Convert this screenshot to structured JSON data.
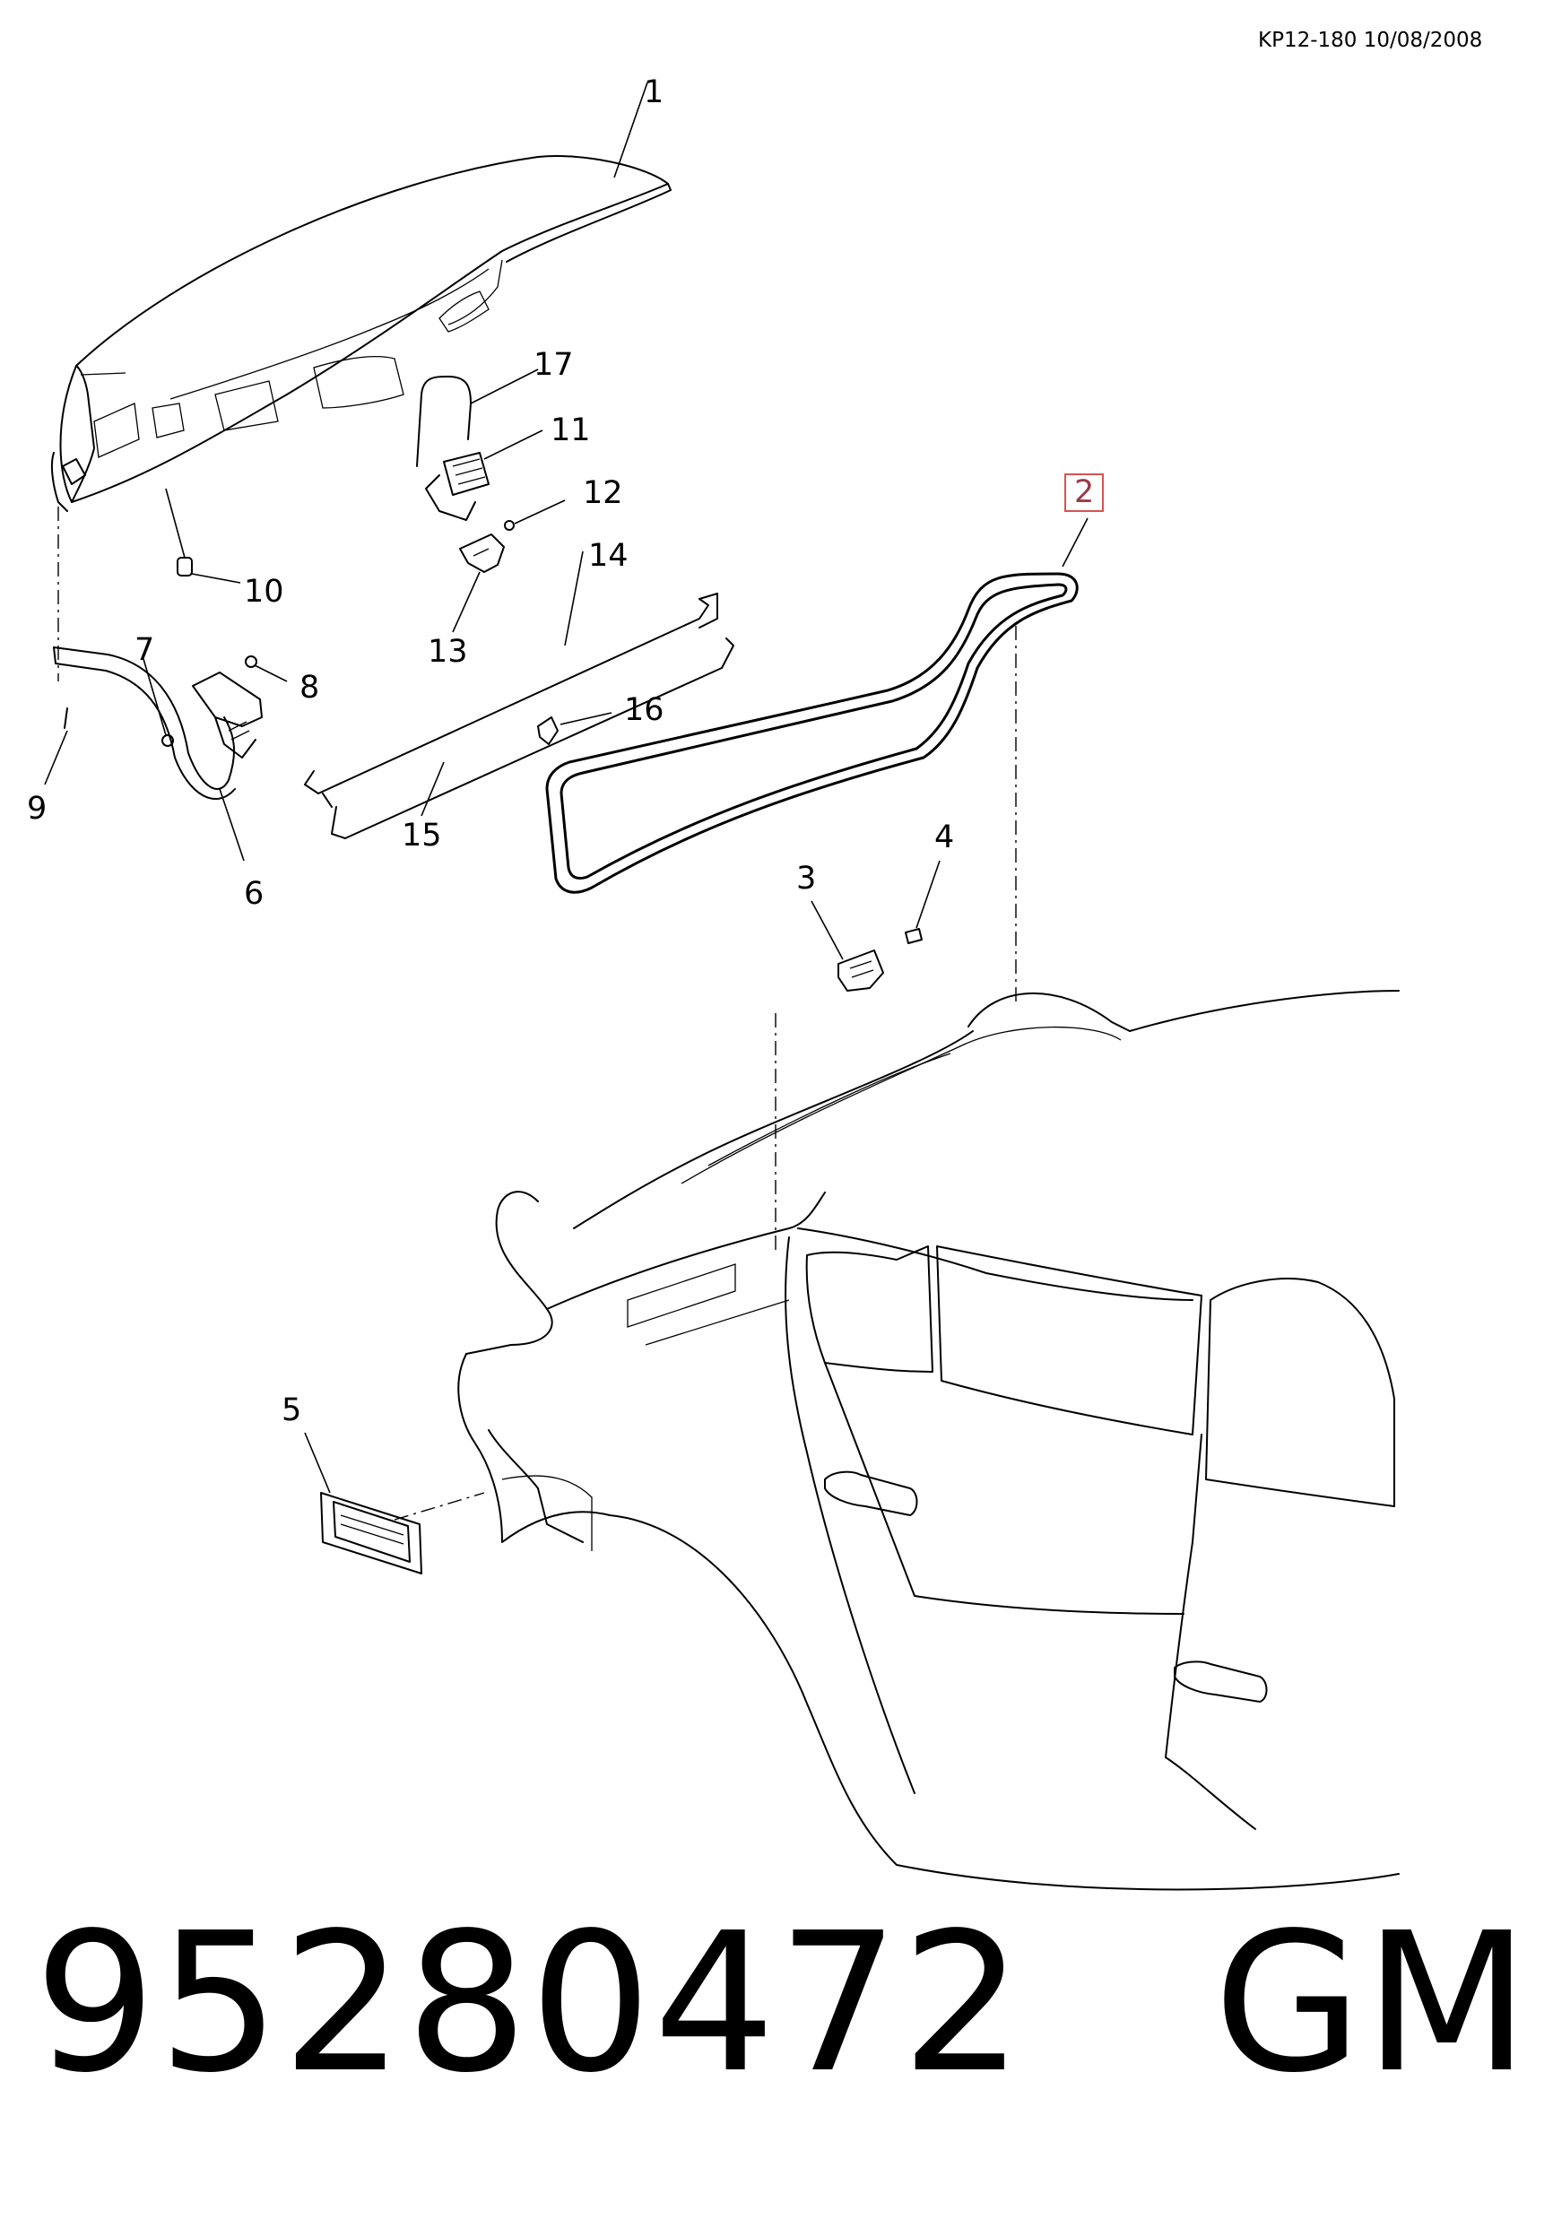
{
  "header": {
    "reference": "KP12-180 10/08/2008"
  },
  "callouts": [
    {
      "id": "1",
      "label": "1"
    },
    {
      "id": "2",
      "label": "2",
      "highlighted": true
    },
    {
      "id": "3",
      "label": "3"
    },
    {
      "id": "4",
      "label": "4"
    },
    {
      "id": "5",
      "label": "5"
    },
    {
      "id": "6",
      "label": "6"
    },
    {
      "id": "7",
      "label": "7"
    },
    {
      "id": "8",
      "label": "8"
    },
    {
      "id": "9",
      "label": "9"
    },
    {
      "id": "10",
      "label": "10"
    },
    {
      "id": "11",
      "label": "11"
    },
    {
      "id": "12",
      "label": "12"
    },
    {
      "id": "13",
      "label": "13"
    },
    {
      "id": "14",
      "label": "14"
    },
    {
      "id": "15",
      "label": "15"
    },
    {
      "id": "16",
      "label": "16"
    },
    {
      "id": "17",
      "label": "17"
    }
  ],
  "footer": {
    "part_number": "95280472",
    "brand": "GM"
  },
  "colors": {
    "line": "#000000",
    "highlight_border": "#d9534f",
    "highlight_text": "#9b3a4a",
    "background": "#ffffff"
  }
}
